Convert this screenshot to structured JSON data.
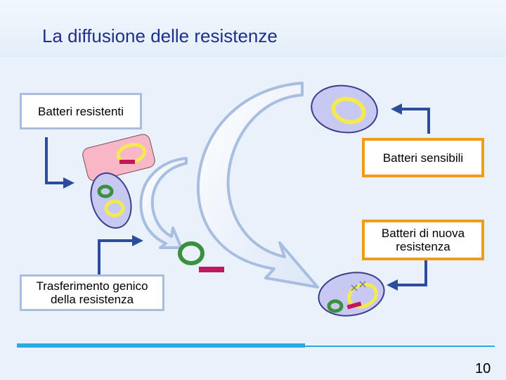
{
  "slide": {
    "title": "La diffusione delle resistenze",
    "page_number": "10"
  },
  "labels": {
    "resistant": "Batteri resistenti",
    "sensitive": "Batteri sensibili",
    "new_resistance_line1": "Batteri di nuova",
    "new_resistance_line2": "resistenza",
    "transfer_line1": "Trasferimento genico",
    "transfer_line2": "della resistenza"
  },
  "colors": {
    "title": "#1f2f8a",
    "arrow_blue": "#2b4d9b",
    "box_orange": "#f39a18",
    "plasmid_yellow": "#f3ea52",
    "plasmid_green": "#3c8f3c",
    "gene_magenta": "#c2185b"
  }
}
